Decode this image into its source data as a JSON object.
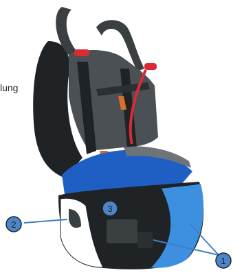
{
  "diagram": {
    "cut_text": "lung",
    "callouts": [
      {
        "id": "1",
        "label": "1"
      },
      {
        "id": "2",
        "label": "2"
      },
      {
        "id": "3",
        "label": "3"
      }
    ]
  },
  "colors": {
    "dark": "#1f2326",
    "grey": "#4a5054",
    "mid_grey": "#6d7478",
    "blue": "#1f5fc4",
    "light_blue": "#3d8fe0",
    "orange": "#d6702a",
    "red": "#d92b35",
    "callout_fill": "#4a86c8",
    "callout_line": "#3f7fc4",
    "white": "#ffffff"
  }
}
